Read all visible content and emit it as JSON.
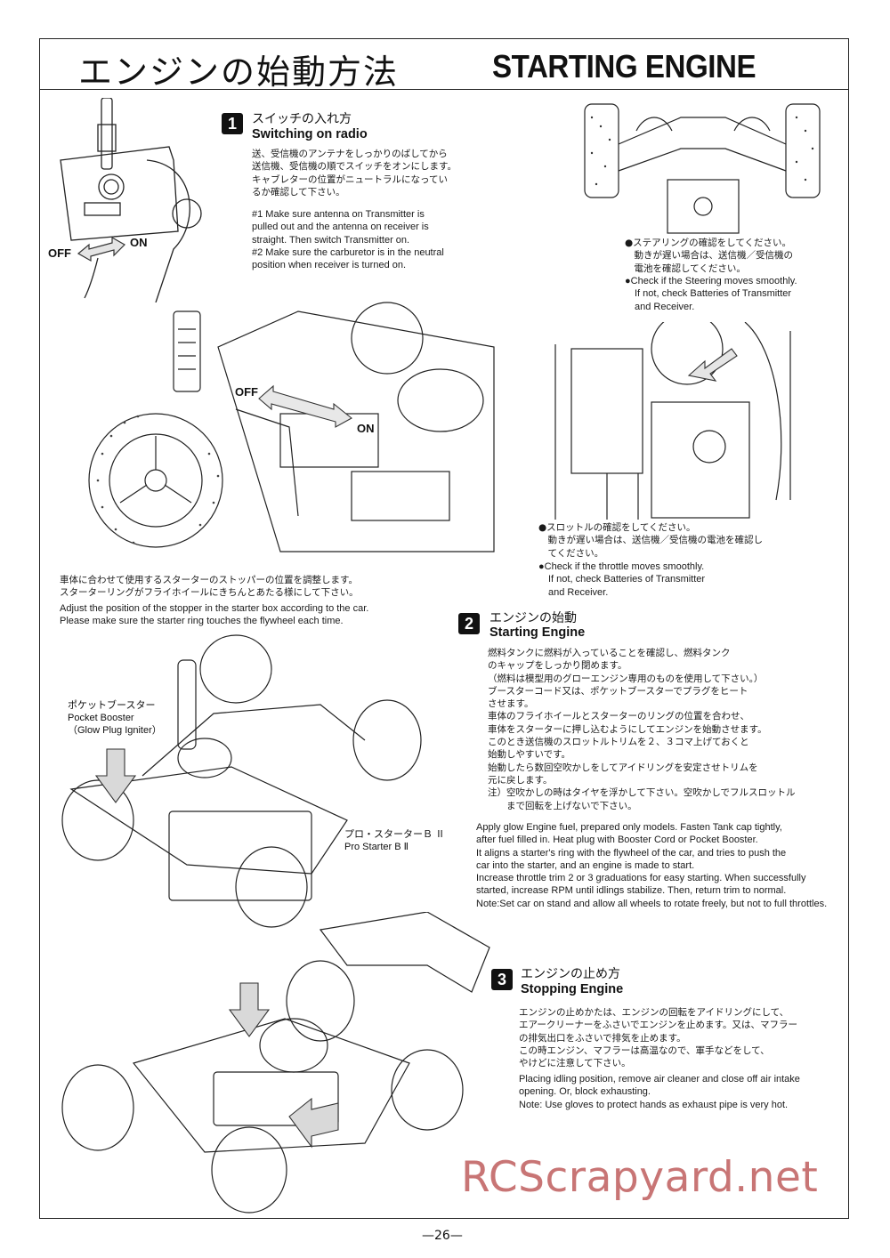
{
  "header": {
    "title_jp": "エンジンの始動方法",
    "title_en": "STARTING ENGINE"
  },
  "step1": {
    "number": "1",
    "title_jp": "スイッチの入れ方",
    "title_en": "Switching on radio",
    "body_jp": [
      "送、受信機のアンテナをしっかりのばしてから",
      "送信機、受信機の順でスイッチをオンにします。",
      "キャブレターの位置がニュートラルになってい",
      "るか確認して下さい。"
    ],
    "body_en": [
      "#1 Make sure antenna on Transmitter is",
      "pulled out and the antenna on receiver is",
      "straight. Then switch Transmitter on.",
      "#2 Make sure the carburetor is in the neutral",
      "position when receiver is turned on."
    ],
    "transmitter_off": "OFF",
    "transmitter_on": "ON",
    "car_off": "OFF",
    "car_on": "ON"
  },
  "steering_check": {
    "jp": [
      "●ステアリングの確認をしてください。",
      "　動きが遅い場合は、送信機／受信機の",
      "　電池を確認してください。"
    ],
    "en": [
      "●Check if the Steering moves smoothly.",
      "　If not, check Batteries of Transmitter",
      "　and Receiver."
    ]
  },
  "throttle_check": {
    "jp": [
      "●スロットルの確認をしてください。",
      "　動きが遅い場合は、送信機／受信機の電池を確認し",
      "　てください。"
    ],
    "en": [
      "●Check if the throttle moves smoothly.",
      "　If not, check  Batteries of  Transmitter",
      "　and Receiver."
    ]
  },
  "starter_note": {
    "jp": [
      "車体に合わせて使用するスターターのストッパーの位置を調整します。",
      "スターターリングがフライホイールにきちんとあたる様にして下さい。"
    ],
    "en": [
      "Adjust the position of the stopper in the starter box according to the car.",
      "Please make sure the starter ring touches the flywheel each time."
    ]
  },
  "booster_label": {
    "jp": "ポケットブースター",
    "en": "Pocket  Booster",
    "sub": "（Glow Plug Igniter）"
  },
  "starter_label": {
    "jp": "プロ・スターターＢ Ⅱ",
    "en": "Pro Starter  B  Ⅱ"
  },
  "step2": {
    "number": "2",
    "title_jp": "エンジンの始動",
    "title_en": "Starting Engine",
    "body_jp": [
      "燃料タンクに燃料が入っていることを確認し、燃料タンク",
      "のキャップをしっかり閉めます。",
      "（燃料は模型用のグローエンジン専用のものを使用して下さい。）",
      "ブースターコード又は、ポケットブースターでプラグをヒート",
      "させます。",
      "車体のフライホイールとスターターのリングの位置を合わせ、",
      "車体をスターターに押し込むようにしてエンジンを始動させます。",
      "このとき送信機のスロットルトリムを２、３コマ上げておくと",
      "始動しやすいです。",
      "始動したら数回空吹かしをしてアイドリングを安定させトリムを",
      "元に戻します。",
      "注）空吹かしの時はタイヤを浮かして下さい。空吹かしでフルスロットル",
      "　　まで回転を上げないで下さい。"
    ],
    "body_en": [
      "Apply glow Engine fuel, prepared only models.  Fasten Tank cap tightly,",
      "after fuel filled in.  Heat plug with Booster Cord or Pocket Booster.",
      "It aligns a starter's ring with the flywheel  of the car, and tries to push the",
      "car into the starter, and an engine is made to start.",
      "Increase throttle trim  2 or 3 graduations for easy starting.  When successfully",
      "started, increase RPM until idlings stabilize.  Then,  return trim to normal.",
      "Note:Set car on stand and allow all wheels to rotate freely, but  not to full throttles."
    ]
  },
  "step3": {
    "number": "3",
    "title_jp": "エンジンの止め方",
    "title_en": "Stopping Engine",
    "body_jp": [
      "エンジンの止めかたは、エンジンの回転をアイドリングにして、",
      "エアークリーナーをふさいでエンジンを止めます。又は、マフラー",
      "の排気出口をふさいで排気を止めます。",
      "この時エンジン、マフラーは高温なので、軍手などをして、",
      "やけどに注意して下さい。"
    ],
    "body_en": [
      "Placing idling position, remove  air  cleaner and close off air intake",
      "opening. Or, block exhausting.",
      "Note: Use gloves to protect hands as exhaust pipe is very hot."
    ]
  },
  "watermark": "RCScrapyard.net",
  "page_number": "—26—"
}
